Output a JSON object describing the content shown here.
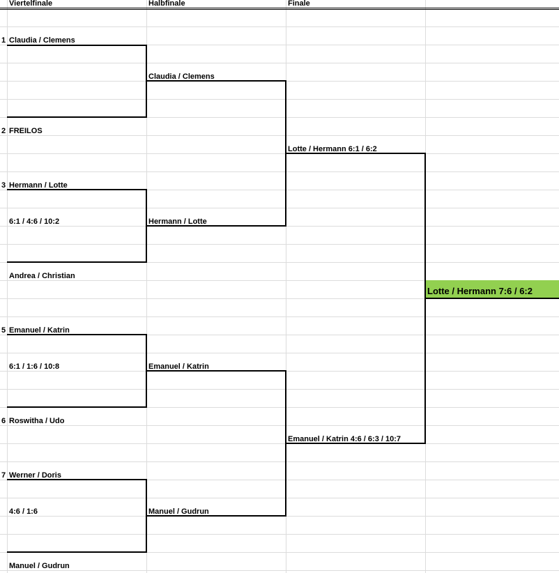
{
  "headers": {
    "viertelfinale": "Viertelfinale",
    "halbfinale": "Halbfinale",
    "finale": "Finale"
  },
  "quarterfinal": {
    "seeds": [
      "1",
      "2",
      "3",
      "5",
      "6",
      "7"
    ],
    "players": [
      "Claudia / Clemens",
      "FREILOS",
      "Hermann / Lotte",
      "Andrea / Christian",
      "Emanuel / Katrin",
      "Roswitha / Udo",
      "Werner / Doris",
      "Manuel / Gudrun"
    ],
    "scores": [
      "6:1 / 4:6 / 10:2",
      "6:1 / 1:6 / 10:8",
      "4:6 / 1:6"
    ]
  },
  "semifinal": {
    "players": [
      "Claudia / Clemens",
      "Hermann / Lotte",
      "Emanuel / Katrin",
      "Manuel / Gudrun"
    ]
  },
  "final": {
    "players": [
      "Lotte / Hermann 6:1 / 6:2",
      "Emanuel / Katrin 4:6 / 6:3 / 10:7"
    ]
  },
  "winner": "Lotte / Hermann 7:6 / 6:2",
  "colors": {
    "winner_fill": "#92d050",
    "gridline": "#dcdcdc"
  }
}
